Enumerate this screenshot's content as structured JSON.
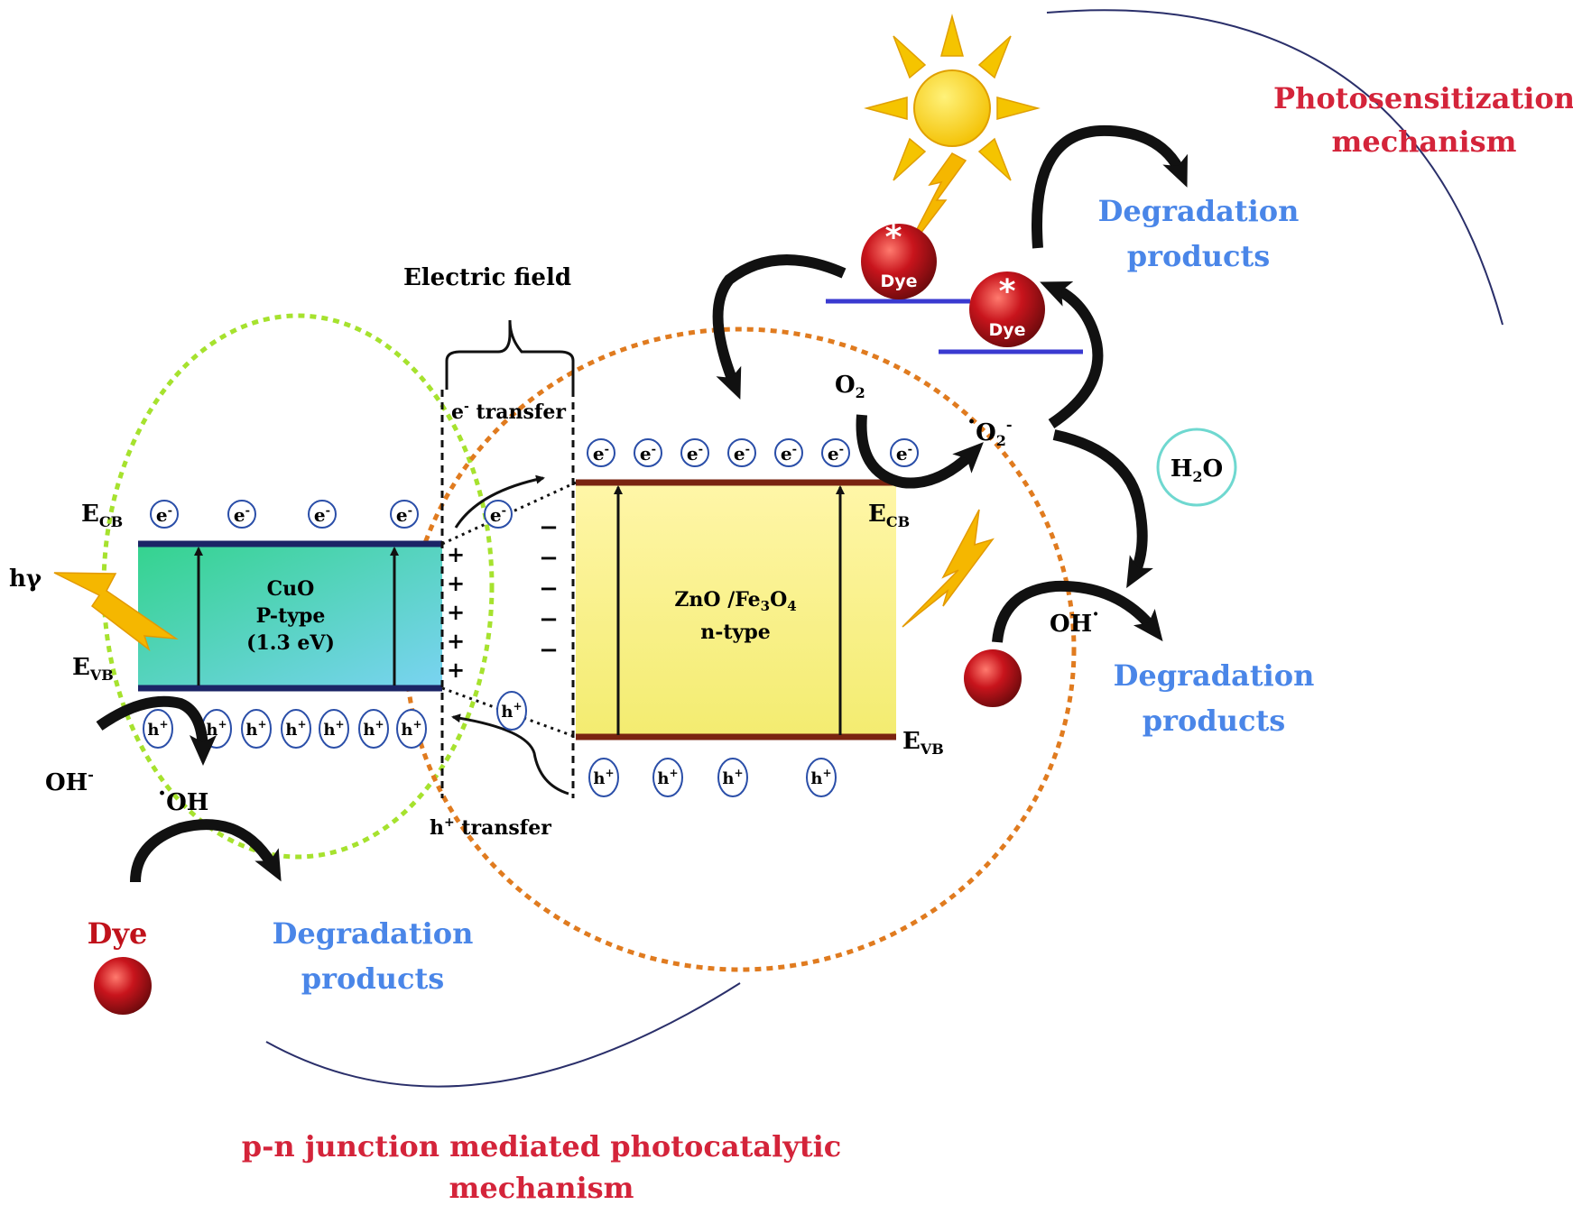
{
  "mechanisms": {
    "photosensitization": {
      "line1": "Photosensitization",
      "line2": "mechanism",
      "color": "#d4243a"
    },
    "pn_junction": {
      "line1": "p-n junction mediated photocatalytic",
      "line2": "mechanism",
      "color": "#d4243a"
    }
  },
  "junction": {
    "electric_field": "Electric field",
    "e_transfer": {
      "sym": "e",
      "sup": "-",
      "text": " transfer"
    },
    "h_transfer": {
      "sym": "h",
      "sup": "+",
      "text": " transfer"
    },
    "plus": "+",
    "minus": "−"
  },
  "cuo": {
    "line1": "CuO",
    "line2": "P-type",
    "line3": "(1.3 eV)",
    "color": "#3fd6a0",
    "ecb": {
      "main": "E",
      "sub": "CB"
    },
    "evb": {
      "main": "E",
      "sub": "VB"
    }
  },
  "zno": {
    "line1_a": "ZnO /Fe",
    "line1_sub1": "3",
    "line1_b": "O",
    "line1_sub2": "4",
    "line2": "n-type",
    "color": "#f6f08a",
    "ecb": {
      "main": "E",
      "sub": "CB"
    },
    "evb": {
      "main": "E",
      "sub": "VB"
    }
  },
  "carriers": {
    "electron": {
      "sym": "e",
      "sup": "-"
    },
    "hole": {
      "sym": "h",
      "sup": "+"
    }
  },
  "labels": {
    "hv": "hγ",
    "oh_minus": {
      "main": "OH",
      "sup": "-"
    },
    "oh_radical": {
      "dot": "·",
      "main": "OH"
    },
    "oh_radical_right": {
      "main": "OH",
      "sup": "·"
    },
    "o2": {
      "main": "O",
      "sub": "2"
    },
    "o2_radical": {
      "dot": "·",
      "main": "O",
      "sub": "2",
      "sup": "-"
    },
    "h2o": {
      "a": "H",
      "sub": "2",
      "b": "O"
    },
    "dye": "Dye",
    "dye_excited": "Dye",
    "star": "*",
    "degradation_line1": "Degradation",
    "degradation_line2": "products",
    "degradation_color": "#4a86e8"
  },
  "colors": {
    "accent_green_dashed": "#a6e22e",
    "accent_orange_dotted": "#e07b1f",
    "band_edge_dark": "#1b2466",
    "band_edge_brown": "#7a2410",
    "dye_red": "#c0121b",
    "sun": "#f5c400",
    "bolt": "#f5b700"
  }
}
